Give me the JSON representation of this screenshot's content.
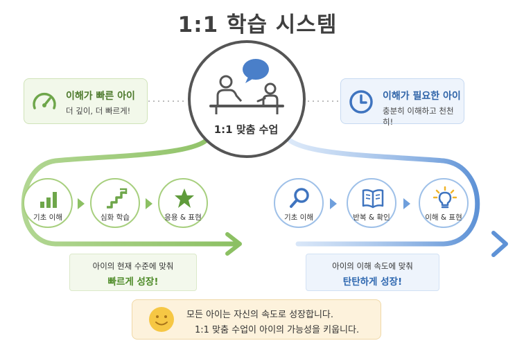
{
  "title": "1:1 학습 시스템",
  "center": {
    "label": "1:1 맞춤 수업",
    "icon": "teacher-student-icon",
    "bubble_icon": "speech-bubble-icon"
  },
  "left_card": {
    "title": "이해가 빠른 아이",
    "subtitle": "더 깊이, 더 빠르게!",
    "icon": "speedometer-icon"
  },
  "right_card": {
    "title": "이해가 필요한 아이",
    "subtitle": "충분히 이해하고 천천히!",
    "icon": "clock-icon"
  },
  "left_path": {
    "steps": [
      {
        "label": "기초 이해",
        "icon": "bar-chart-icon"
      },
      {
        "label": "심화 학습",
        "icon": "stairs-icon"
      },
      {
        "label": "응용 & 표현",
        "icon": "star-icon"
      }
    ],
    "summary_line1": "아이의 현재 수준에 맞춰",
    "summary_line2": "빠르게 성장!"
  },
  "right_path": {
    "steps": [
      {
        "label": "기초 이해",
        "icon": "magnifier-icon"
      },
      {
        "label": "반복 & 확인",
        "icon": "open-book-icon"
      },
      {
        "label": "이해 & 표현",
        "icon": "lightbulb-icon"
      }
    ],
    "summary_line1": "아이의 이해 속도에 맞춰",
    "summary_line2": "탄탄하게 성장!"
  },
  "bottom": {
    "line1": "모든 아이는 자신의 속도로 성장합니다.",
    "line2": "1:1 맞춤 수업이 아이의 가능성을 키웁니다.",
    "icon": "smiley-icon"
  },
  "colors": {
    "green": "#8cc063",
    "blue": "#6f9fdc",
    "dark": "#555555",
    "amber": "#f6c744"
  }
}
